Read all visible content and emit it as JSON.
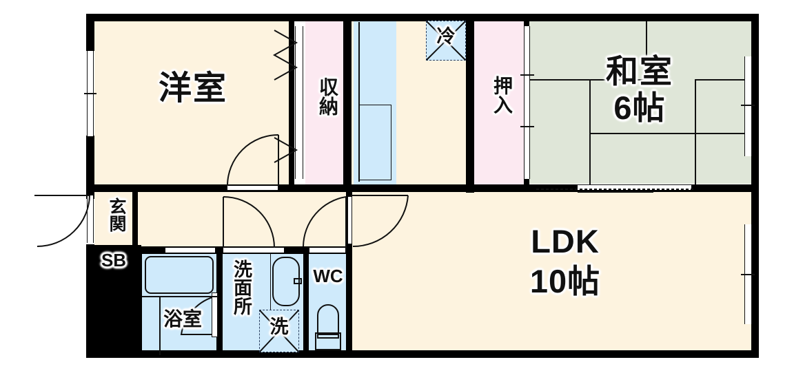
{
  "plan": {
    "type": "residential-floor-plan",
    "style": "japanese-apartment",
    "layout_code": "2LDK",
    "background_color": "#ffffff",
    "wall_color": "#000000",
    "colors": {
      "floor_cream": "#fdf3df",
      "tatami_green": "#dfe6d8",
      "closet_pink": "#fce9f1",
      "water_blue": "#cfeafb",
      "wall": "#000000",
      "fixture_stroke": "#111111",
      "dashed_blue": "#2a3f5f"
    }
  },
  "rooms": [
    {
      "key": "western_room",
      "label": "洋室",
      "orientation": "horizontal",
      "note": "western-style room, top-left"
    },
    {
      "key": "closet_storage",
      "label": "収納",
      "orientation": "vertical",
      "note": "storage closet beside western room"
    },
    {
      "key": "oshiire",
      "label": "押入",
      "orientation": "vertical",
      "note": "japanese bedding closet"
    },
    {
      "key": "japanese_room",
      "label": "和室",
      "sub_label": "6帖",
      "orientation": "horizontal",
      "note": "tatami room 6 jo"
    },
    {
      "key": "ldk",
      "label": "LDK",
      "sub_label": "10帖",
      "orientation": "horizontal",
      "note": "living dining kitchen 10 jo"
    },
    {
      "key": "entrance",
      "label": "玄関",
      "orientation": "vertical",
      "note": "entry genkan"
    },
    {
      "key": "shoe_box",
      "label": "SB",
      "orientation": "horizontal",
      "note": "shoe box"
    },
    {
      "key": "bathroom",
      "label": "浴室",
      "orientation": "horizontal",
      "note": "bath room"
    },
    {
      "key": "washroom",
      "label": "洗面所",
      "orientation": "vertical",
      "note": "wash / vanity room"
    },
    {
      "key": "toilet",
      "label": "WC",
      "orientation": "horizontal",
      "note": "water closet"
    }
  ],
  "fixtures": [
    {
      "key": "refrigerator",
      "label": "冷",
      "note": "fridge space, dashed box with X"
    },
    {
      "key": "washing_machine",
      "label": "洗",
      "note": "washer space, dashed box with X"
    },
    {
      "key": "kitchen_sink",
      "label": "",
      "note": "kitchen counter and sink, blue"
    },
    {
      "key": "bathtub",
      "label": "",
      "note": "rounded rectangle tub"
    },
    {
      "key": "vanity_sink",
      "label": "",
      "note": "wash basin"
    },
    {
      "key": "toilet_bowl",
      "label": "",
      "note": "toilet with tank"
    }
  ],
  "tatami": {
    "count": 6,
    "room": "和室",
    "size_label": "6帖"
  },
  "areas": {
    "japanese_room_jo": "6帖",
    "ldk_jo": "10帖"
  }
}
